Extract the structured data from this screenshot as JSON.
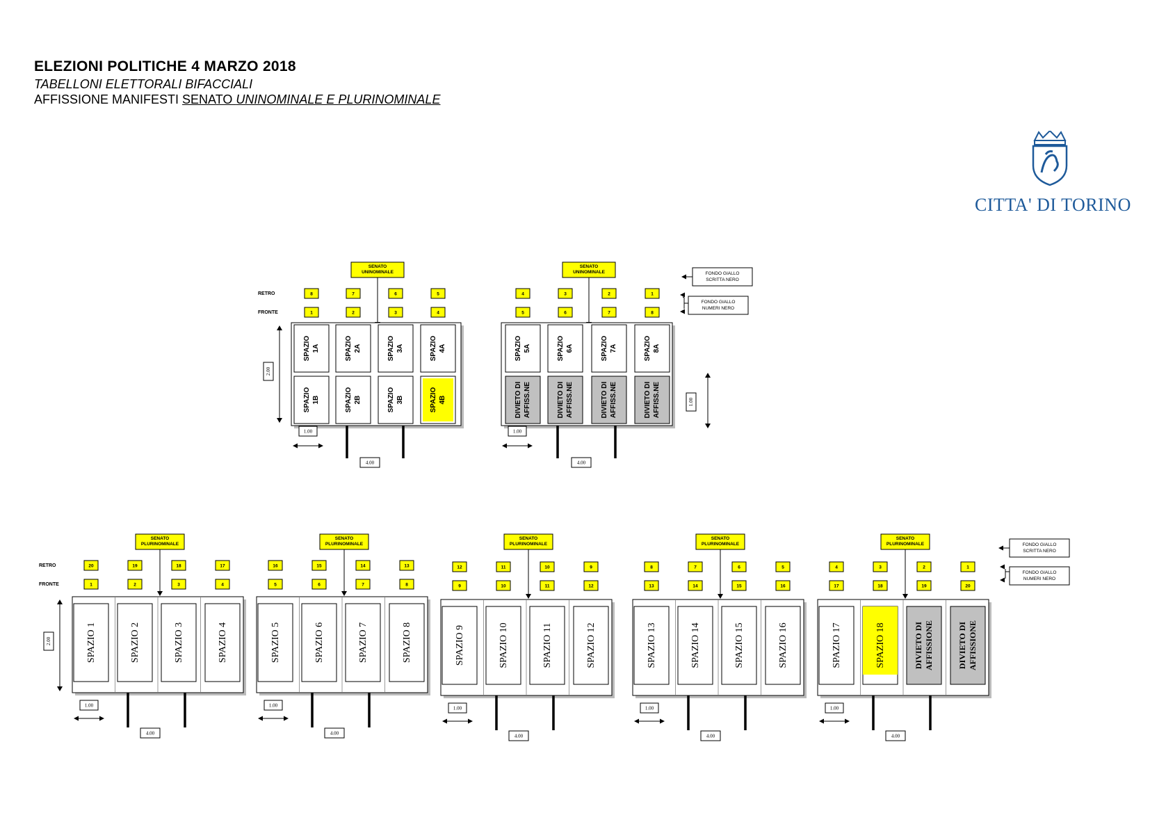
{
  "header": {
    "title": "ELEZIONI POLITICHE 4 MARZO 2018",
    "subtitle": "TABELLONI ELETTORALI  BIFACCIALI",
    "line3_prefix": "AFFISSIONE MANIFESTI ",
    "line3_senato": "SENATO ",
    "line3_rest": "UNINOMINALE E  PLURINOMINALE"
  },
  "logo": {
    "text": "CITTA' DI TORINO",
    "icon": "torino-coat-of-arms-icon"
  },
  "colors": {
    "yellow": "#ffff00",
    "gray": "#c0c0c0",
    "logo_blue": "#1e5a9a"
  },
  "labels": {
    "retro": "RETRO",
    "fronte": "FRONTE",
    "senato_uni": [
      "SENATO",
      "UNINOMINALE"
    ],
    "senato_pluri": [
      "SENATO",
      "PLURINOMINALE"
    ],
    "legend_scritta": [
      "FONDO GIALLO",
      "SCRITTA NERO"
    ],
    "legend_numeri": [
      "FONDO GIALLO",
      "NUMERI NERO"
    ],
    "dim_height": "2.00",
    "dim_height_small": "1.00",
    "dim_unit": "1.00",
    "dim_width": "4.00"
  },
  "uninominale": [
    {
      "retro": [
        "8",
        "7",
        "6",
        "5"
      ],
      "fronte": [
        "1",
        "2",
        "3",
        "4"
      ],
      "top": [
        {
          "l1": "SPAZIO",
          "l2": "1A",
          "style": "white"
        },
        {
          "l1": "SPAZIO",
          "l2": "2A",
          "style": "white"
        },
        {
          "l1": "SPAZIO",
          "l2": "3A",
          "style": "white"
        },
        {
          "l1": "SPAZIO",
          "l2": "4A",
          "style": "white"
        }
      ],
      "bottom": [
        {
          "l1": "SPAZIO",
          "l2": "1B",
          "style": "white"
        },
        {
          "l1": "SPAZIO",
          "l2": "2B",
          "style": "white"
        },
        {
          "l1": "SPAZIO",
          "l2": "3B",
          "style": "white"
        },
        {
          "l1": "SPAZIO",
          "l2": "4B",
          "style": "yellow"
        }
      ]
    },
    {
      "retro": [
        "4",
        "3",
        "2",
        "1"
      ],
      "fronte": [
        "5",
        "6",
        "7",
        "8"
      ],
      "top": [
        {
          "l1": "SPAZIO",
          "l2": "5A",
          "style": "white"
        },
        {
          "l1": "SPAZIO",
          "l2": "6A",
          "style": "white"
        },
        {
          "l1": "SPAZIO",
          "l2": "7A",
          "style": "white"
        },
        {
          "l1": "SPAZIO",
          "l2": "8A",
          "style": "white"
        }
      ],
      "bottom": [
        {
          "l1": "DIVIETO DI",
          "l2": "AFFISS.NE",
          "style": "gray"
        },
        {
          "l1": "DIVIETO DI",
          "l2": "AFFISS.NE",
          "style": "gray"
        },
        {
          "l1": "DIVIETO DI",
          "l2": "AFFISS.NE",
          "style": "gray"
        },
        {
          "l1": "DIVIETO DI",
          "l2": "AFFISS.NE",
          "style": "gray"
        }
      ]
    }
  ],
  "plurinominale": [
    {
      "retro": [
        "20",
        "19",
        "18",
        "17"
      ],
      "fronte": [
        "1",
        "2",
        "3",
        "4"
      ],
      "panels": [
        {
          "l1": "SPAZIO  1",
          "style": "white"
        },
        {
          "l1": "SPAZIO  2",
          "style": "white"
        },
        {
          "l1": "SPAZIO  3",
          "style": "white"
        },
        {
          "l1": "SPAZIO  4",
          "style": "white"
        }
      ]
    },
    {
      "retro": [
        "16",
        "15",
        "14",
        "13"
      ],
      "fronte": [
        "5",
        "6",
        "7",
        "8"
      ],
      "panels": [
        {
          "l1": "SPAZIO  5",
          "style": "white"
        },
        {
          "l1": "SPAZIO  6",
          "style": "white"
        },
        {
          "l1": "SPAZIO  7",
          "style": "white"
        },
        {
          "l1": "SPAZIO  8",
          "style": "white"
        }
      ]
    },
    {
      "retro": [
        "12",
        "11",
        "10",
        "9"
      ],
      "fronte": [
        "9",
        "10",
        "11",
        "12"
      ],
      "panels": [
        {
          "l1": "SPAZIO  9",
          "style": "white"
        },
        {
          "l1": "SPAZIO  10",
          "style": "white"
        },
        {
          "l1": "SPAZIO  11",
          "style": "white"
        },
        {
          "l1": "SPAZIO  12",
          "style": "white"
        }
      ]
    },
    {
      "retro": [
        "8",
        "7",
        "6",
        "5"
      ],
      "fronte": [
        "13",
        "14",
        "15",
        "16"
      ],
      "panels": [
        {
          "l1": "SPAZIO  13",
          "style": "white"
        },
        {
          "l1": "SPAZIO  14",
          "style": "white"
        },
        {
          "l1": "SPAZIO  15",
          "style": "white"
        },
        {
          "l1": "SPAZIO  16",
          "style": "white"
        }
      ]
    },
    {
      "retro": [
        "4",
        "3",
        "2",
        "1"
      ],
      "fronte": [
        "17",
        "18",
        "19",
        "20"
      ],
      "panels": [
        {
          "l1": "SPAZIO  17",
          "style": "white"
        },
        {
          "l1": "SPAZIO  18",
          "style": "yellow"
        },
        {
          "l1": "DIVIETO DI",
          "l2": "AFFISSIONE",
          "style": "gray"
        },
        {
          "l1": "DIVIETO DI",
          "l2": "AFFISSIONE",
          "style": "gray"
        }
      ]
    }
  ]
}
